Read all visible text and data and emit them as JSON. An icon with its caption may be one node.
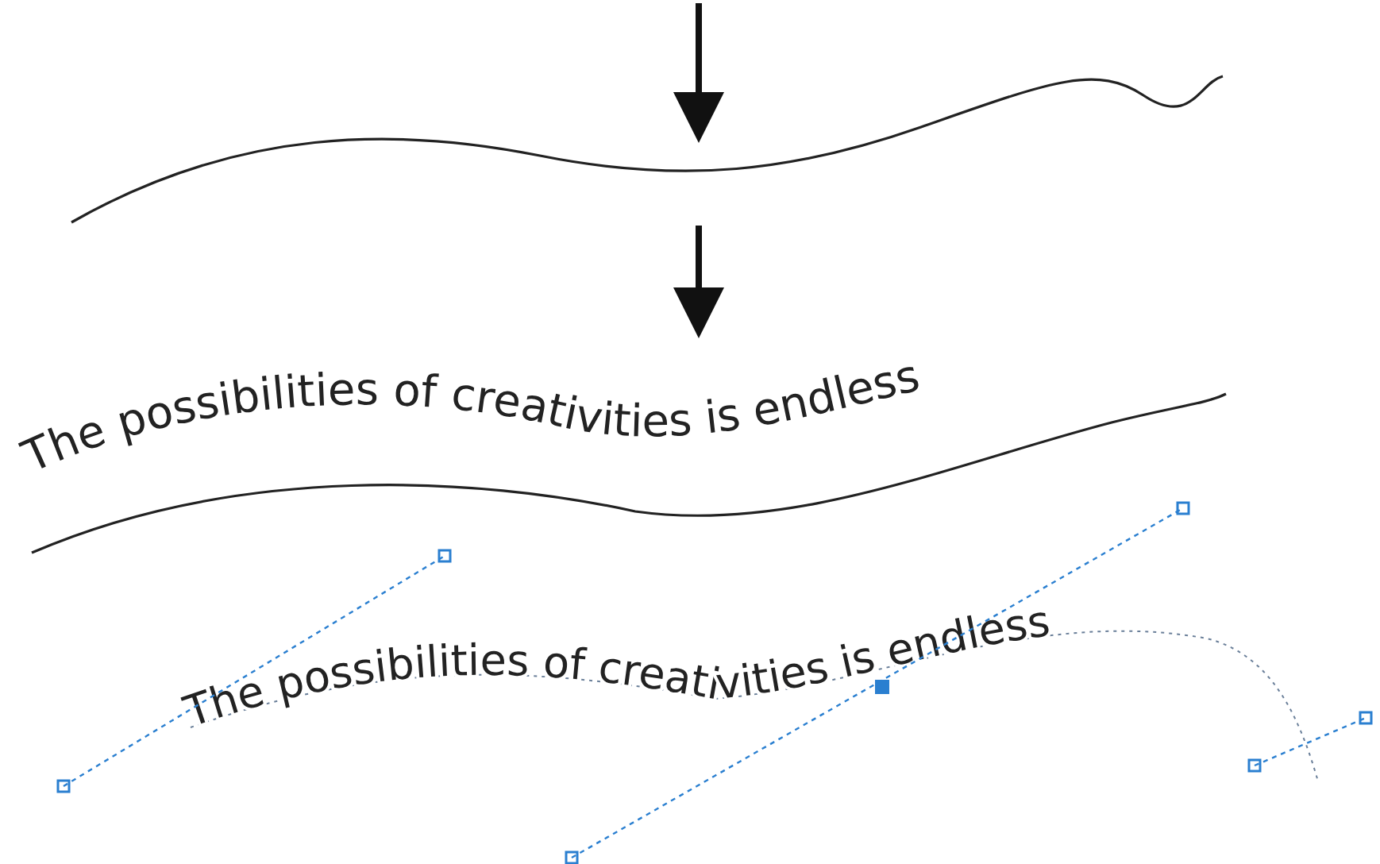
{
  "diagram": {
    "nodes": [
      {
        "text": [],
        "shape": "line"
      },
      {
        "text": [
          "The possibilities of creativities is endless"
        ]
      },
      {
        "text": [
          "The possibilities of creativities is endless"
        ]
      }
    ],
    "edges": [
      {
        "from": null,
        "to": 0,
        "arrow": "to"
      },
      {
        "from": 0,
        "to": 1,
        "arrow": "to"
      }
    ]
  }
}
